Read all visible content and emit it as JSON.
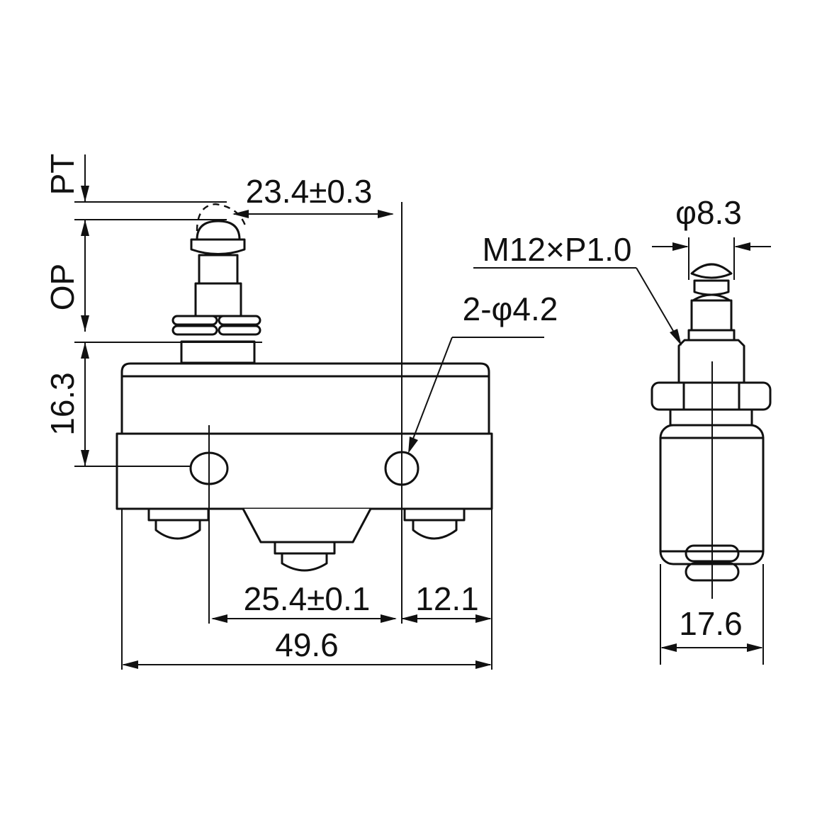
{
  "dimensions": {
    "pt": "PT",
    "op": "OP",
    "height": "16.3",
    "plunger_offset": "23.4±0.3",
    "hole_spacing": "25.4±0.1",
    "hole_to_edge": "12.1",
    "total_length": "49.6",
    "holes": "2-φ4.2",
    "thread": "M12×P1.0",
    "plunger_dia": "φ8.3",
    "width": "17.6"
  }
}
